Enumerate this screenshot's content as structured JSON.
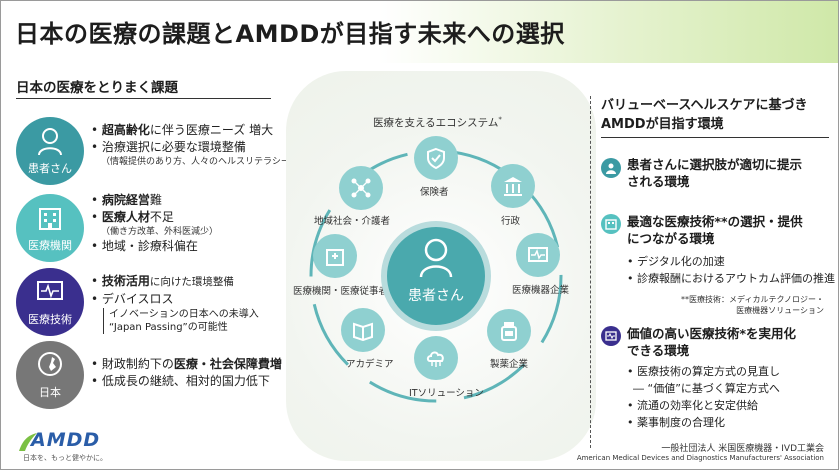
{
  "title": "日本の医療の課題とAMDDが目指す未来への選択",
  "left": {
    "heading": "日本の医療をとりまく課題",
    "groups": [
      {
        "label": "患者さん",
        "lines": [
          {
            "bold": "超高齢化",
            "rest": "に伴う医療ニーズ 増大"
          },
          {
            "bold": "",
            "rest": "治療選択に必要な環境整備"
          }
        ],
        "sub": "（情報提供のあり方、人々のヘルスリテラシー）"
      },
      {
        "label": "医療機関",
        "lines": [
          {
            "bold": "病院経営",
            "rest": "難"
          },
          {
            "bold": "医療人材",
            "rest": "不足"
          }
        ],
        "sub": "（働き方改革、外科医減少）",
        "extra": "地域・診療科偏在"
      },
      {
        "label": "医療技術",
        "lines": [
          {
            "bold": "技術活用",
            "rest": "に向けた環境整備"
          },
          {
            "bold": "",
            "rest": "デバイスロス"
          }
        ],
        "bracket": [
          "イノベーションの日本への未導入",
          "“Japan Passing”の可能性"
        ]
      },
      {
        "label": "日本",
        "lines": [
          {
            "pre": "財政制約下の",
            "bold": "医療・社会保障費増"
          },
          {
            "bold": "",
            "rest": "低成長の継続、相対的国力低下"
          }
        ]
      }
    ]
  },
  "ecosystem": {
    "title": "医療を支えるエコシステム",
    "title_mark": "*",
    "center": "患者さん",
    "nodes": {
      "insurer": "保険者",
      "admin": "行政",
      "device": "医療機器企業",
      "pharma": "製薬企業",
      "it": "ITソリューション",
      "academia": "アカデミア",
      "providers": "医療機関・医療従事者",
      "community": "地域社会・介護者"
    },
    "colors": {
      "center": "#4aa9ad",
      "ring": "#b9dcdd",
      "node": "#8fd0d0"
    }
  },
  "right": {
    "heading_line1": "バリューベースヘルスケアに基づき",
    "heading_line2": "AMDDが目指す環境",
    "sections": [
      {
        "head_lines": [
          "患者さんに選択肢が適切に提示",
          "される環境"
        ],
        "items": []
      },
      {
        "head_lines": [
          "最適な医療技術**の選択・提供",
          "につながる環境"
        ],
        "items": [
          "デジタル化の加速",
          "診療報酬におけるアウトカム評価の推進"
        ],
        "note_lines": [
          "**医療技術：メディカルテクノロジー・",
          "医療機器ソリューション"
        ]
      },
      {
        "head_lines": [
          "価値の高い医療技術*を実用化",
          "できる環境"
        ],
        "items": [
          "医療技術の算定方式の見直し",
          "― “価値”に基づく算定方式へ",
          "流通の効率化と安定供給",
          "薬事制度の合理化"
        ]
      }
    ]
  },
  "footer": {
    "logo": "AMDD",
    "tagline": "日本を、もっと健やかに。",
    "org_jp": "一般社団法人 米国医療機器・IVD工業会",
    "org_en": "American Medical Devices and Diagnostics Manufacturers' Association"
  }
}
